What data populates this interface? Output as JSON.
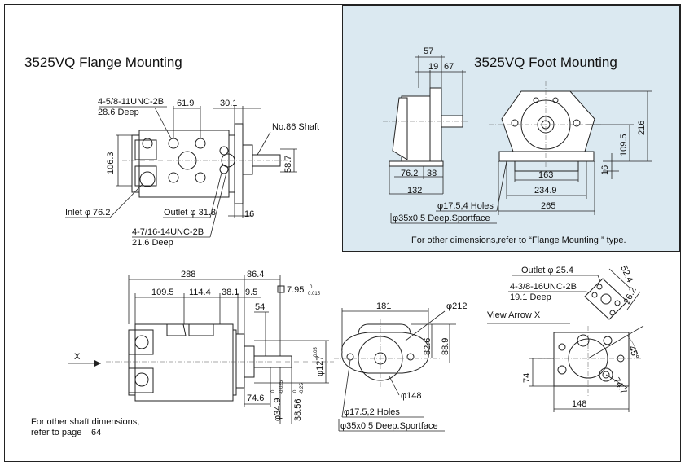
{
  "flange": {
    "title": "3525VQ Flange Mounting",
    "callout_thread": "4-5/8-11UNC-2B",
    "callout_depth": "28.6 Deep",
    "dim_619": "61.9",
    "dim_301": "30.1",
    "shaft_label": "No.86 Shaft",
    "dim_1063": "106.3",
    "dim_587": "58.7",
    "inlet": "Inlet φ 76.2",
    "outlet": "Outlet φ 31.8",
    "dim_16": "16",
    "bottom_thread": "4-7/16-14UNC-2B",
    "bottom_depth": "21.6 Deep"
  },
  "foot": {
    "title": "3525VQ Foot Mounting",
    "dim_57": "57",
    "dim_19": "19",
    "dim_67": "67",
    "dim_216": "216",
    "dim_1095": "109.5",
    "dim_16": "16",
    "dim_762": "76.2",
    "dim_38": "38",
    "dim_163": "163",
    "dim_132": "132",
    "dim_2349": "234.9",
    "dim_265": "265",
    "holes": "φ17.5,4 Holes",
    "spotface": "φ35x0.5 Deep.Sportface",
    "note": "For other  dimensions,refer to  “Flange Mounting ” type."
  },
  "bottom": {
    "dim_288": "288",
    "dim_864": "86.4",
    "dim_1095": "109.5",
    "dim_1144": "114.4",
    "dim_381": "38.1",
    "dim_95": "9.5",
    "key_main": "7.95",
    "key_upper": "0",
    "key_lower": "0.015",
    "dim_54": "54",
    "dim_127": "φ127",
    "dim_127_tol": "-0.05",
    "dim_746": "74.6",
    "dim_349": "φ34.9",
    "dim_349_tol_top": "0",
    "dim_349_tol_bottom": "-0.025",
    "dim_3856": "38.56",
    "dim_3856_tol_top": "0",
    "dim_3856_tol_bottom": "-0.25",
    "x_label": "X",
    "shaft_note_1": "For other shaft dimensions,",
    "shaft_note_2": "refer to page",
    "shaft_note_page": "64",
    "dim_181": "181",
    "dim_212": "φ212",
    "dim_826": "82.6",
    "dim_889": "88.9",
    "dim_148_dia": "φ148",
    "holes": "φ17.5,2 Holes",
    "spotface": "φ35x0.5 Deep.Sportface",
    "outlet": "Outlet φ 25.4",
    "outlet_thread": "4-3/8-16UNC-2B",
    "outlet_depth": "19.1 Deep",
    "dim_524": "52.4",
    "dim_262": "26.2",
    "view_arrow": "View Arrow X",
    "dim_45": "45°",
    "dim_74": "74",
    "dim_747": "74.7",
    "dim_148": "148"
  }
}
